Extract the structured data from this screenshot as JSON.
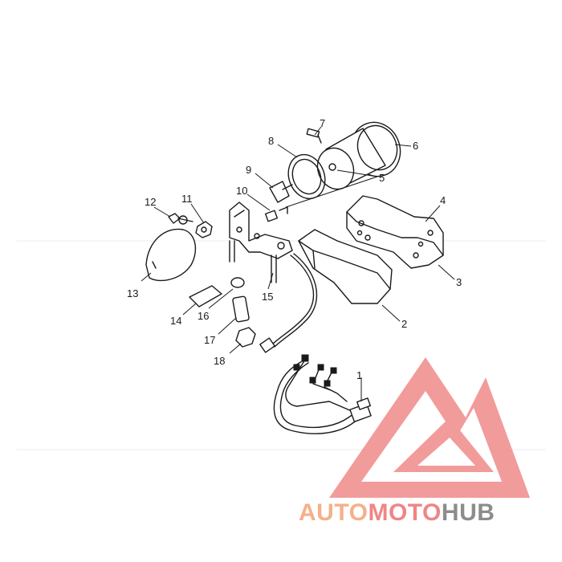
{
  "callouts": [
    {
      "num": "1"
    },
    {
      "num": "2"
    },
    {
      "num": "3"
    },
    {
      "num": "4"
    },
    {
      "num": "5"
    },
    {
      "num": "6"
    },
    {
      "num": "7"
    },
    {
      "num": "8"
    },
    {
      "num": "9"
    },
    {
      "num": "10"
    },
    {
      "num": "11"
    },
    {
      "num": "12"
    },
    {
      "num": "13"
    },
    {
      "num": "14"
    },
    {
      "num": "15"
    },
    {
      "num": "16"
    },
    {
      "num": "17"
    },
    {
      "num": "18"
    }
  ],
  "watermark": {
    "text_part1": "AUTO",
    "text_part2": "MOTO",
    "text_part3": "HUB",
    "color_part1": "#f5b08a",
    "color_part2": "#f08585",
    "color_part3": "#8c8c8c",
    "logo_color": "#f08a8a"
  }
}
